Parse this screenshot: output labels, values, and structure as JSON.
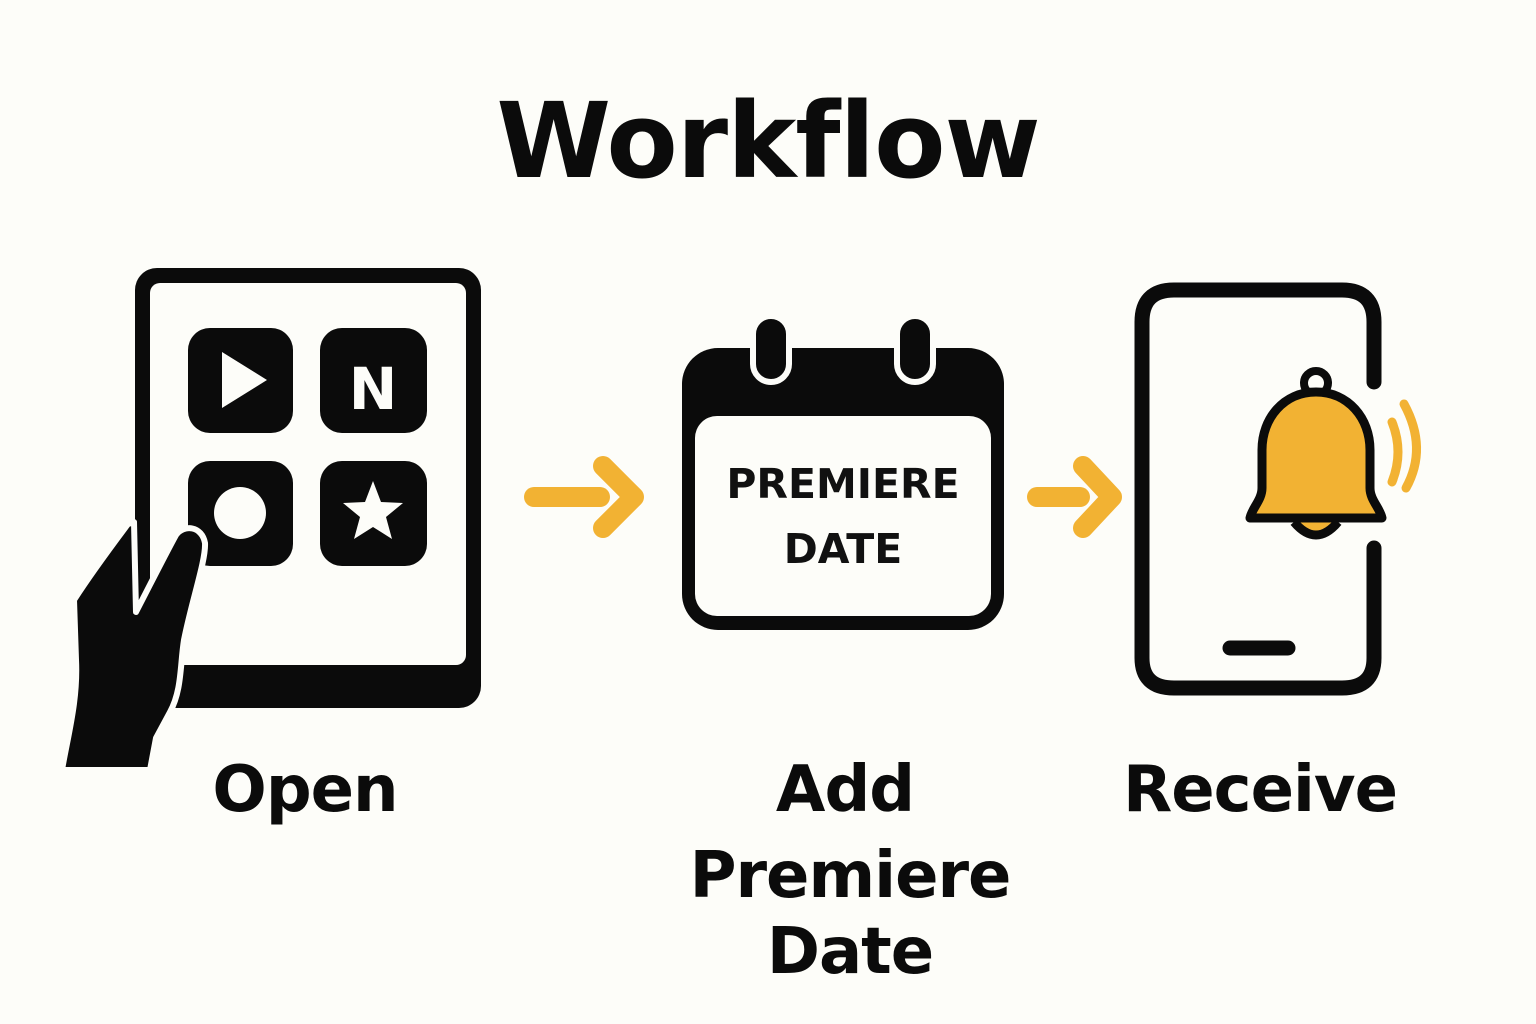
{
  "title": "Workflow",
  "steps": [
    {
      "label": "Open",
      "icon": "tablet-with-app-grid-icon"
    },
    {
      "label": "Add",
      "label_line2": "Premiere Date",
      "icon": "calendar-icon"
    },
    {
      "label": "Receive",
      "icon": "phone-bell-notification-icon"
    }
  ],
  "calendar": {
    "line1": "PREMIERE",
    "line2": "DATE"
  },
  "app_grid": {
    "letter_tile": "N"
  },
  "colors": {
    "background": "#fdfdf9",
    "ink": "#0b0b0b",
    "accent": "#f2b233"
  }
}
